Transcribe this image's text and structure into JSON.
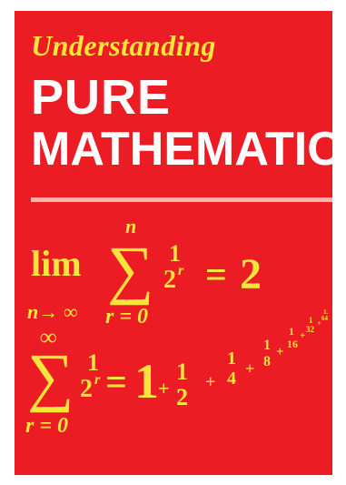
{
  "cover": {
    "subtitle": "Understanding",
    "title_line1": "PURE",
    "title_line2": "MATHEMATICS"
  },
  "formula1": {
    "lim": "lim",
    "lim_sub": "n→ ∞",
    "sigma": "∑",
    "upper": "n",
    "lower": "r = 0",
    "num": "1",
    "den": "2",
    "exp": "r",
    "equals": "=",
    "result": "2"
  },
  "formula2": {
    "sigma": "∑",
    "upper": "∞",
    "lower": "r = 0",
    "num": "1",
    "den": "2",
    "exp": "r",
    "equals": "=",
    "one": "1",
    "plus": "+",
    "terms": [
      {
        "num": "1",
        "den": "2"
      },
      {
        "num": "1",
        "den": "4"
      },
      {
        "num": "1",
        "den": "8"
      },
      {
        "num": "1",
        "den": "16"
      },
      {
        "num": "1",
        "den": "32"
      },
      {
        "num": "1",
        "den": "64"
      }
    ],
    "trail": "·"
  },
  "colors": {
    "background": "#ec1c24",
    "accent_yellow": "#f6e53a",
    "rule": "#f3b7a9"
  }
}
